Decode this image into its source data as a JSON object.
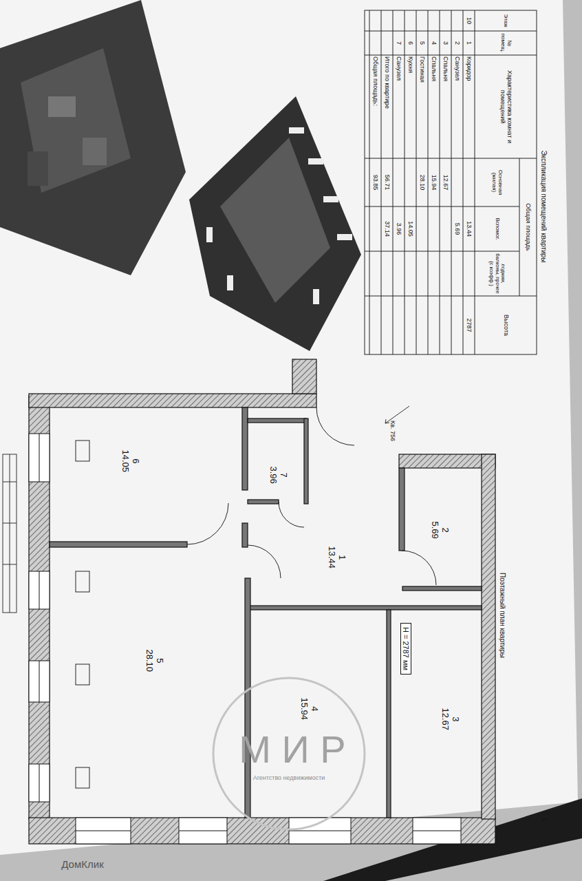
{
  "diagram": {
    "title": "Экспликация помещений квартиры",
    "nodes": [
      {
        "text": [
          "1",
          "13.44"
        ]
      },
      {
        "text": [
          "2",
          "5.69"
        ]
      },
      {
        "text": [
          "3",
          "12.67"
        ]
      },
      {
        "text": [
          "H = 2787 мм"
        ],
        "in": 2
      },
      {
        "text": [
          "4",
          "15.94"
        ]
      },
      {
        "text": [
          "5",
          "28.10"
        ]
      },
      {
        "text": [
          "6",
          "14.05"
        ]
      },
      {
        "text": [
          "7",
          "3.96"
        ]
      }
    ],
    "labels": [
      "Поэтажный план квартиры",
      "Кв. 756",
      "1",
      "Этаж",
      "№ помещ.",
      "Характеристика комнат и помещений",
      "Общая площадь",
      "Основная (жилая)",
      "Вспомог.",
      "лоджии, балконы, прочее (с коэфф.)",
      "Высота",
      "10",
      "1",
      "Коридор",
      "13.44",
      "2",
      "Санузел",
      "5.69",
      "3",
      "Спальня",
      "12.67",
      "4",
      "Спальня",
      "15.94",
      "5",
      "Гостиная",
      "28.10",
      "6",
      "Кухня",
      "14.05",
      "7",
      "Санузел",
      "3.96",
      "Итого по квартире",
      "56.71",
      "37.14",
      "Общая площадь:",
      "93.85",
      "2787",
      "М И Р",
      "Агентство недвижимости",
      "ДомКлик"
    ]
  }
}
